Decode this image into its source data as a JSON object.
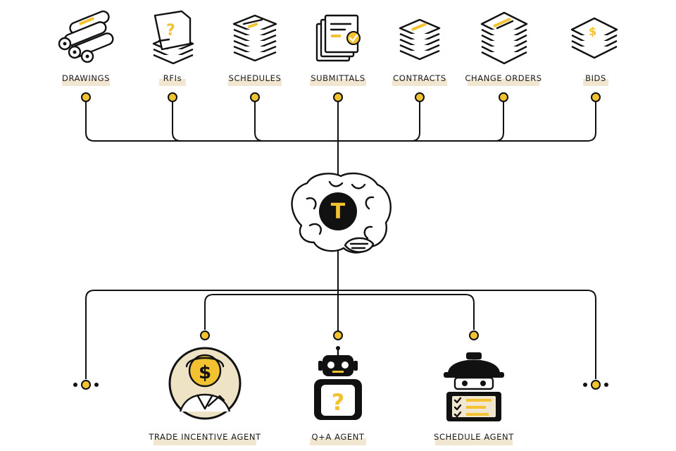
{
  "sources": {
    "drawings": "DRAWINGS",
    "rfis": "RFIs",
    "schedules": "SCHEDULES",
    "submittals": "SUBMITTALS",
    "contracts": "CONTRACTS",
    "change_orders": "CHANGE ORDERS",
    "bids": "BIDS"
  },
  "hub": {
    "logo_letter": "T"
  },
  "agents": {
    "trade_incentive": "TRADE INCENTIVE AGENT",
    "qa": "Q+A AGENT",
    "schedule": "SCHEDULE AGENT"
  },
  "icon_glyphs": {
    "rfi_mark": "?",
    "bids_mark": "$",
    "trade_mark": "$",
    "qa_mark": "?"
  },
  "colors": {
    "accent": "#f2c230",
    "ink": "#111111",
    "label_bg": "#f1e6cf",
    "agent_bg": "#efe3c6"
  }
}
